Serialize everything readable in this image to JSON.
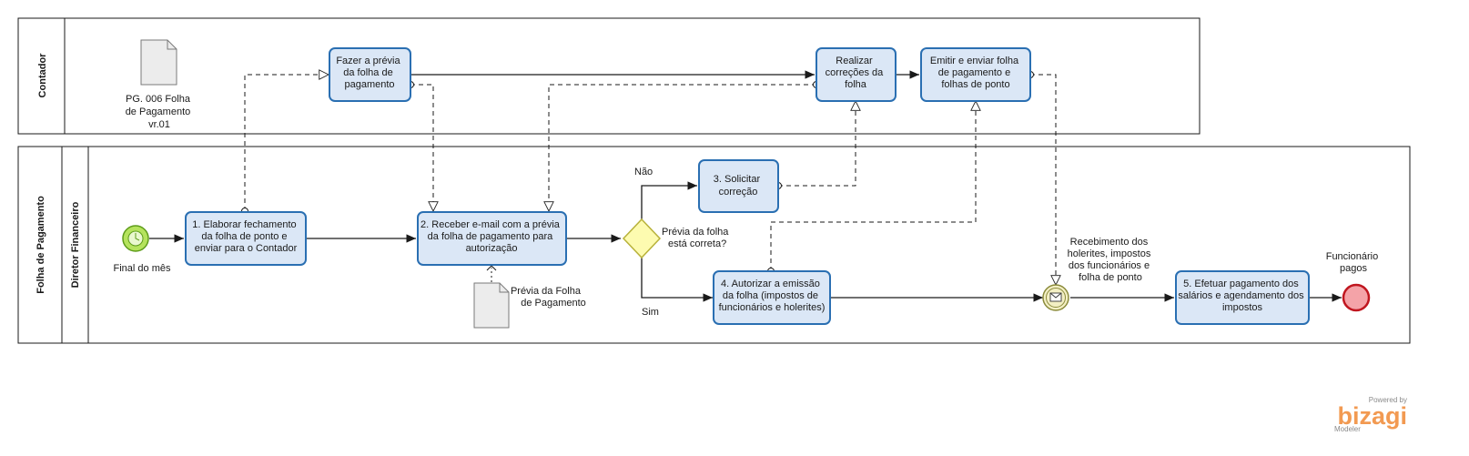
{
  "pools": {
    "contador": "Contador",
    "folha": "Folha de Pagamento",
    "diretor_lane": "Diretor Financeiro"
  },
  "artifacts": {
    "doc1": [
      "PG. 006 Folha",
      "de Pagamento",
      "vr.01"
    ],
    "doc2": [
      "Prévia da Folha",
      "de Pagamento"
    ]
  },
  "events": {
    "start": "Final do mês",
    "intermediate": [
      "Recebimento dos",
      "holerites, impostos",
      "dos funcionários e",
      "folha de ponto"
    ],
    "end": [
      "Funcionário",
      "pagos"
    ]
  },
  "tasks": {
    "t_fazer": [
      "Fazer a prévia",
      "da folha de",
      "pagamento"
    ],
    "t_realizar": [
      "Realizar",
      "correções da",
      "folha"
    ],
    "t_emitir": [
      "Emitir e enviar folha",
      "de pagamento e",
      "folhas de ponto"
    ],
    "t1": [
      "1. Elaborar fechamento",
      "da folha de ponto e",
      "enviar para o Contador"
    ],
    "t2": [
      "2. Receber e-mail com a prévia",
      "da folha de pagamento para",
      "autorização"
    ],
    "t3": [
      "3. Solicitar",
      "correção"
    ],
    "t4": [
      "4. Autorizar a emissão",
      "da folha (impostos de",
      "funcionários e holerites)"
    ],
    "t5": [
      "5. Efetuar pagamento dos",
      "salários e agendamento dos",
      "impostos"
    ]
  },
  "gateway": {
    "label": [
      "Prévia da folha",
      "está correta?"
    ],
    "no": "Não",
    "yes": "Sim"
  },
  "branding": {
    "powered": "Powered by",
    "brand": "bizagi",
    "product": "Modeler"
  },
  "colors": {
    "task_fill": "#dbe7f6",
    "task_stroke": "#2a6fb2",
    "start_fill": "#b5e35d",
    "end_fill": "#f4a3a8",
    "end_stroke": "#c0161f",
    "gateway_fill": "#fdfbb0",
    "gateway_stroke": "#b8b23a",
    "brand": "#f29a52"
  }
}
